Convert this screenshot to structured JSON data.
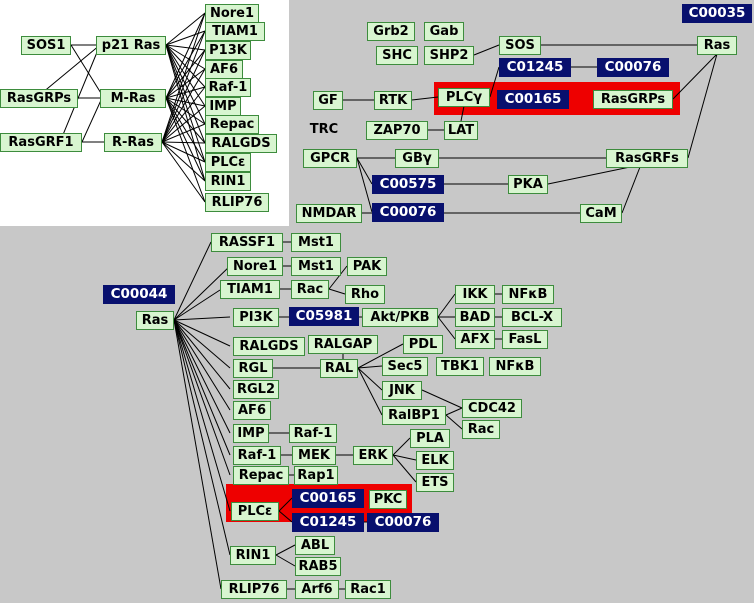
{
  "colors": {
    "node_fill": "#d8f5d0",
    "node_border": "#3d8c3d",
    "compound_fill": "#08106e",
    "highlight": "#ee0000",
    "panel": "#c8c8c8"
  },
  "nodes": {
    "sos1": "SOS1",
    "p21ras": "p21 Ras",
    "rasgrps_l": "RasGRPs",
    "mras": "M-Ras",
    "rasgrf1": "RasGRF1",
    "rras": "R-Ras",
    "t_nore1": "Nore1",
    "t_tiam1": "TIAM1",
    "t_p13k": "P13K",
    "t_af6": "AF6",
    "t_raf1": "Raf-1",
    "t_imp": "IMP",
    "t_repac": "Repac",
    "t_ralgds": "RALGDS",
    "t_plce": "PLCε",
    "t_rin1": "RIN1",
    "t_rlip76": "RLIP76",
    "c00035": "C00035",
    "grb2": "Grb2",
    "gab": "Gab",
    "shc": "SHC",
    "shp2": "SHP2",
    "sos": "SOS",
    "ras_top": "Ras",
    "c01245_t": "C01245",
    "c00076_t1": "C00076",
    "gf": "GF",
    "rtk": "RTK",
    "plcg": "PLCγ",
    "c00165_t": "C00165",
    "rasgrps_t": "RasGRPs",
    "trc": "TRC",
    "zap70": "ZAP70",
    "lat": "LAT",
    "gpcr": "GPCR",
    "gbg": "GBγ",
    "rasgrfs": "RasGRFs",
    "c00575": "C00575",
    "pka": "PKA",
    "nmdar": "NMDAR",
    "c00076_t2": "C00076",
    "cam": "CaM",
    "c00044": "C00044",
    "ras_b": "Ras",
    "rassf1": "RASSF1",
    "mst1a": "Mst1",
    "nore1_b": "Nore1",
    "mst1b": "Mst1",
    "pak": "PAK",
    "tiam1_b": "TIAM1",
    "rac_a": "Rac",
    "rho": "Rho",
    "pi3k": "PI3K",
    "c05981": "C05981",
    "aktpkb": "Akt/PKB",
    "ikk": "IKK",
    "nfkb_a": "NFκB",
    "bad": "BAD",
    "bclx": "BCL-X",
    "afx": "AFX",
    "fasl": "FasL",
    "ralgds_b": "RALGDS",
    "ralgap": "RALGAP",
    "pdl": "PDL",
    "tbk1": "TBK1",
    "nfkb_b": "NFκB",
    "rgl": "RGL",
    "ral": "RAL",
    "sec5": "Sec5",
    "rgl2": "RGL2",
    "jnk": "JNK",
    "af6_b": "AF6",
    "ralbp1": "RalBP1",
    "cdc42": "CDC42",
    "rac_b": "Rac",
    "imp_b": "IMP",
    "raf1_b": "Raf-1",
    "raf1_c": "Raf-1",
    "mek": "MEK",
    "erk": "ERK",
    "pla": "PLA",
    "elk": "ELK",
    "repac_b": "Repac",
    "rap1": "Rap1",
    "ets": "ETS",
    "c00165_b": "C00165",
    "pkc": "PKC",
    "plce_b": "PLCε",
    "c01245_b": "C01245",
    "c00076_b": "C00076",
    "rin1_b": "RIN1",
    "abl": "ABL",
    "rab5": "RAB5",
    "rlip76_b": "RLIP76",
    "arf6": "Arf6",
    "rac1": "Rac1"
  }
}
